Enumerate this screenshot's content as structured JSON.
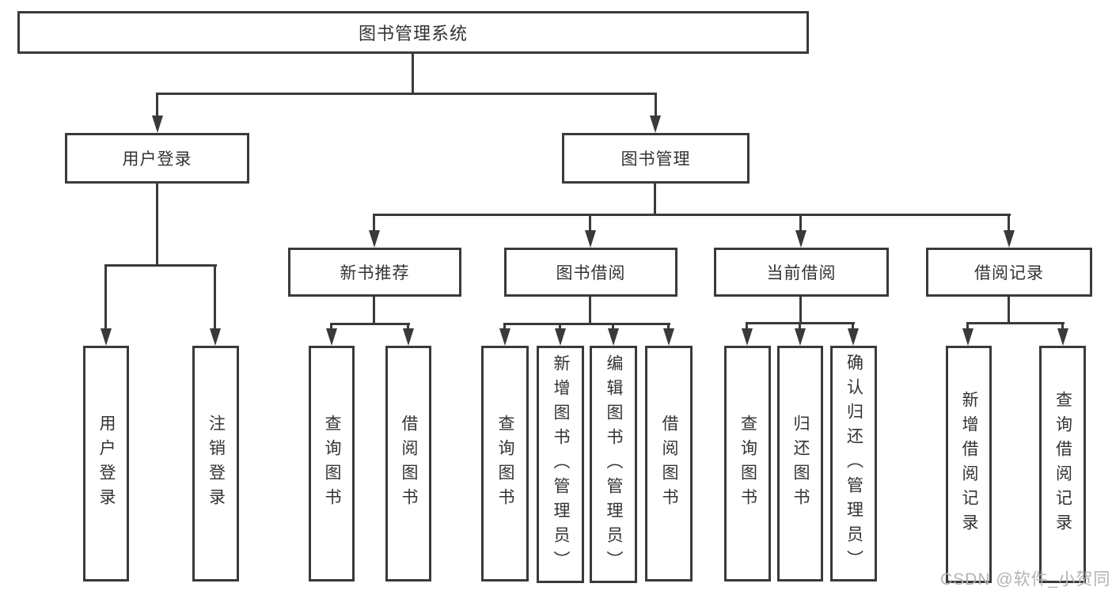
{
  "colors": {
    "line": "#3a3a3a",
    "text": "#333333",
    "background": "#ffffff",
    "watermark": "#b3b3b3"
  },
  "tree": {
    "root": {
      "label": "图书管理系统",
      "children": [
        {
          "label": "用户登录",
          "children": [
            {
              "label": "用户登录"
            },
            {
              "label": "注销登录"
            }
          ]
        },
        {
          "label": "图书管理",
          "children": [
            {
              "label": "新书推荐",
              "children": [
                {
                  "label": "查询图书"
                },
                {
                  "label": "借阅图书"
                }
              ]
            },
            {
              "label": "图书借阅",
              "children": [
                {
                  "label": "查询图书"
                },
                {
                  "label": "新增图书（管理员）"
                },
                {
                  "label": "编辑图书（管理员）"
                },
                {
                  "label": "借阅图书"
                }
              ]
            },
            {
              "label": "当前借阅",
              "children": [
                {
                  "label": "查询图书"
                },
                {
                  "label": "归还图书"
                },
                {
                  "label": "确认归还（管理员）"
                }
              ]
            },
            {
              "label": "借阅记录",
              "children": [
                {
                  "label": "新增借阅记录"
                },
                {
                  "label": "查询借阅记录"
                }
              ]
            }
          ]
        }
      ]
    }
  },
  "watermark": {
    "text": "CSDN @软件_小贺同学"
  }
}
